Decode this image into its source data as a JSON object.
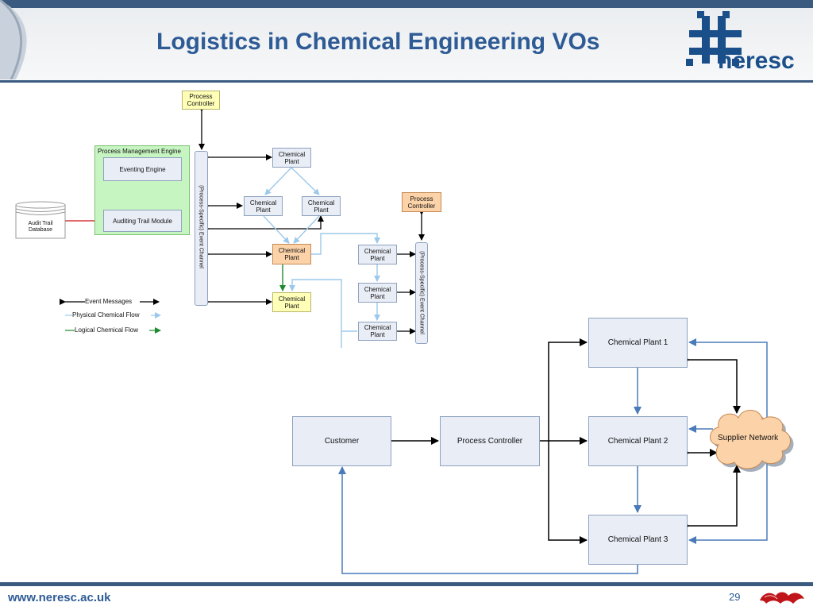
{
  "header": {
    "title": "Logistics in Chemical Engineering VOs",
    "logo_text": "neresc"
  },
  "footer": {
    "url": "www.neresc.ac.uk",
    "page_number": "29"
  },
  "upper_diagram": {
    "process_controller_top": "Process Controller",
    "process_controller_right": "Process Controller",
    "process_management_engine": "Process Management Engine",
    "eventing_engine": "Eventing Engine",
    "auditing_trail_module": "Auditing Trail Module",
    "audit_trail_database": "Audit Trail Database",
    "event_channel_left": "(Process-Specific) Event Channel",
    "event_channel_right": "(Process-Specific) Event Channel",
    "chemical_plant": "Chemical Plant"
  },
  "legend": {
    "event_messages": "Event Messages",
    "physical_chemical_flow": "Physical Chemical Flow",
    "logical_chemical_flow": "Logical Chemical Flow"
  },
  "lower_diagram": {
    "customer": "Customer",
    "process_controller": "Process Controller",
    "chemical_plant_1": "Chemical Plant 1",
    "chemical_plant_2": "Chemical Plant 2",
    "chemical_plant_3": "Chemical Plant 3",
    "supplier_network": "Supplier Network"
  },
  "colors": {
    "header_blue": "#2e5b95",
    "event_arrow": "#000000",
    "physical_flow": "#9cc8ea",
    "logical_flow": "#1e8a2e",
    "audit_link": "#d01010",
    "lower_flow": "#4a7ab8"
  }
}
